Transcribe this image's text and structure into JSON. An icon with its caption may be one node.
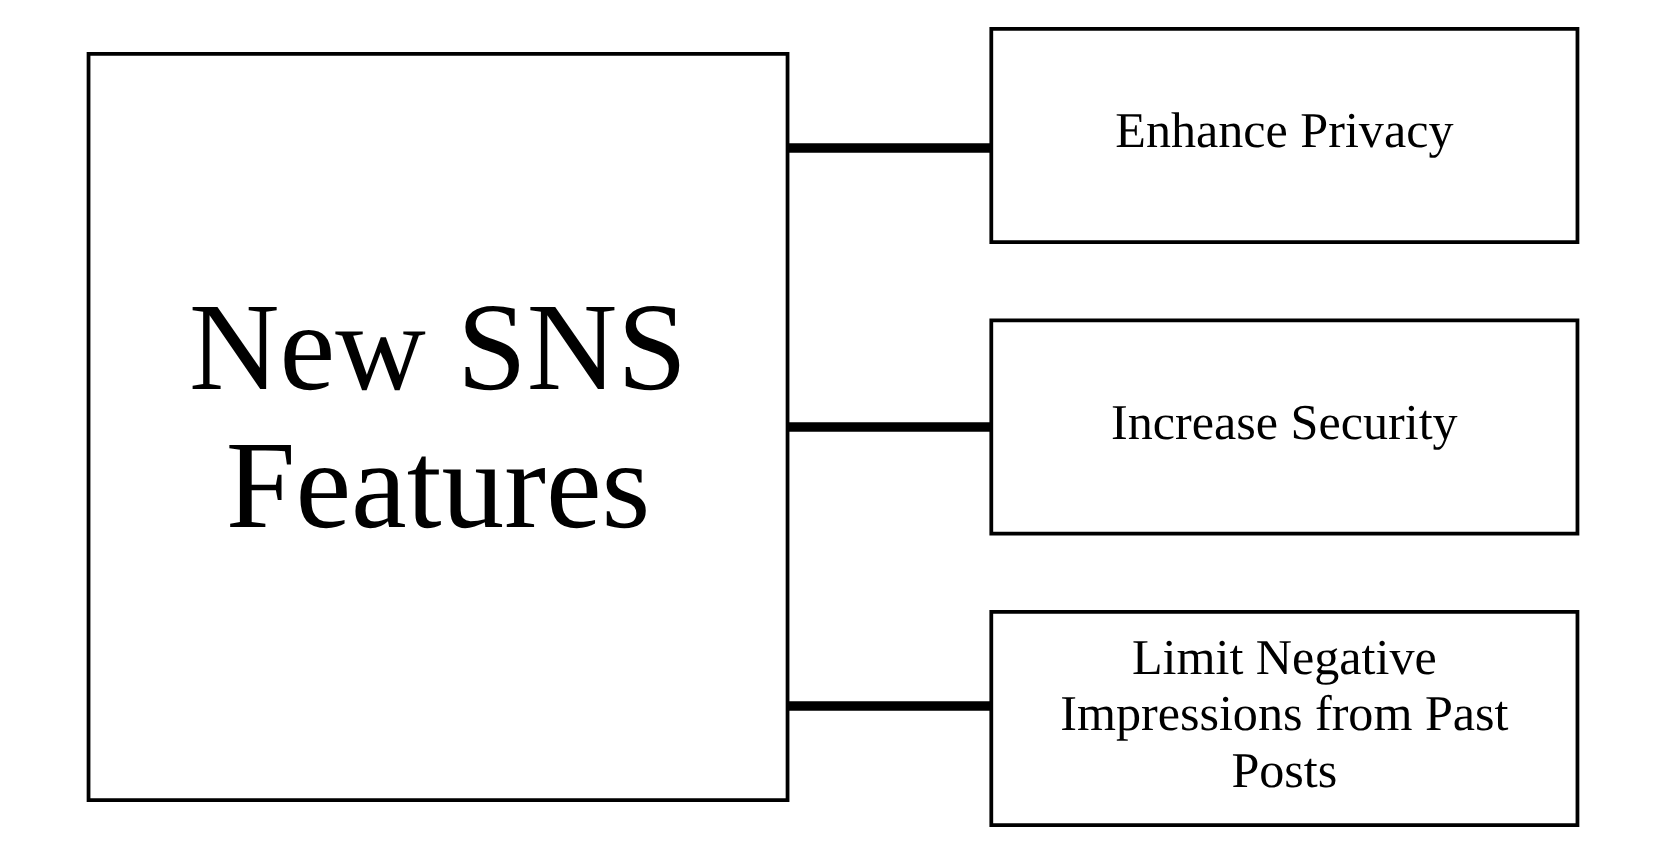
{
  "diagram": {
    "nodes": [
      {
        "text": [
          "New SNS Features"
        ]
      },
      {
        "text": [
          "Enhance Privacy"
        ]
      },
      {
        "text": [
          "Increase Security"
        ]
      },
      {
        "text": [
          "Limit Negative Impressions from Past Posts"
        ]
      }
    ],
    "edges": [
      {
        "from": 0,
        "to": 1,
        "arrow": "none"
      },
      {
        "from": 0,
        "to": 2,
        "arrow": "none"
      },
      {
        "from": 0,
        "to": 3,
        "arrow": "none"
      }
    ]
  }
}
